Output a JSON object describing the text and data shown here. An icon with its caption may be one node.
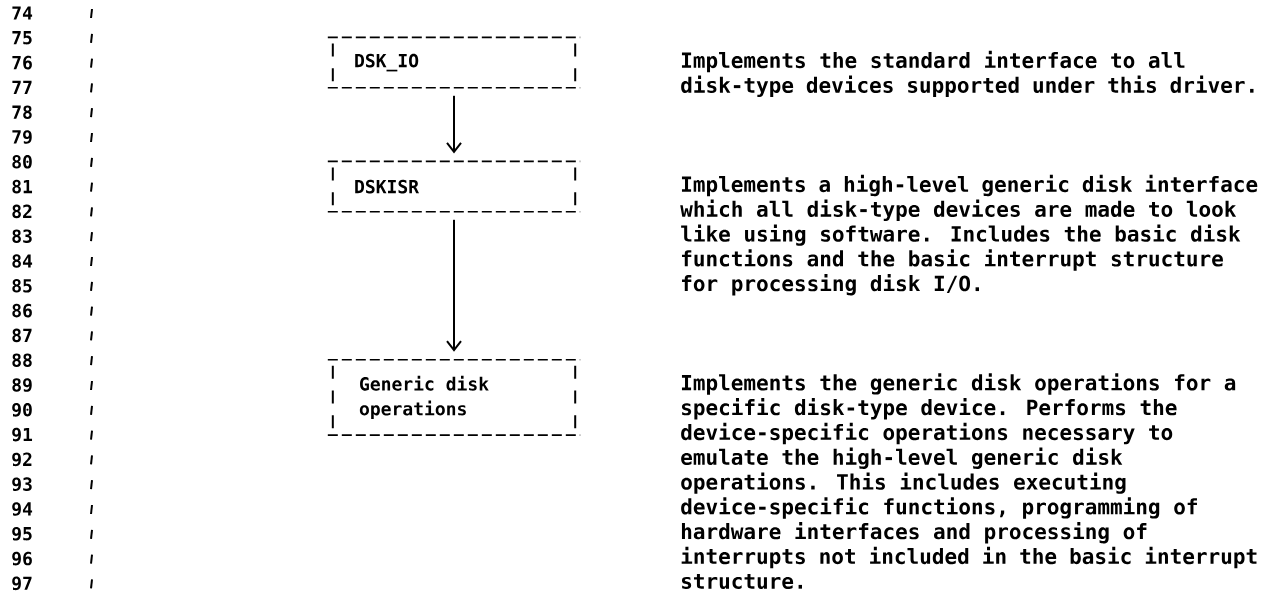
{
  "diagram": {
    "nodes": [
      {
        "text": [
          "DSK_IO"
        ]
      },
      {
        "text": [
          "DSKISR"
        ]
      },
      {
        "text": [
          "Generic disk operations"
        ]
      }
    ],
    "edges": [
      {
        "from": 0,
        "to": 1,
        "arrow": "to"
      },
      {
        "from": 1,
        "to": 2,
        "arrow": "to"
      }
    ],
    "labels": [
      "74",
      "75",
      "76",
      "77",
      "78",
      "79",
      "80",
      "81",
      "82",
      "83",
      "84",
      "85",
      "86",
      "87",
      "88",
      "89",
      "90",
      "91",
      "92",
      "93",
      "94",
      "95",
      "96",
      "97",
      "Implements the standard interface to all disk-type devices supported under this driver.",
      "Implements a high-level generic disk interface which all disk-type devices are made to look like using software. Includes the basic disk functions and the basic interrupt structure for processing disk I/O.",
      "Implements the generic disk operations for a specific disk-type device. Performs the device-specific operations necessary to emulate the high-level generic disk operations. This includes executing device-specific functions, programming of hardware interfaces and processing of interrupts not included in the basic interrupt structure."
    ]
  }
}
